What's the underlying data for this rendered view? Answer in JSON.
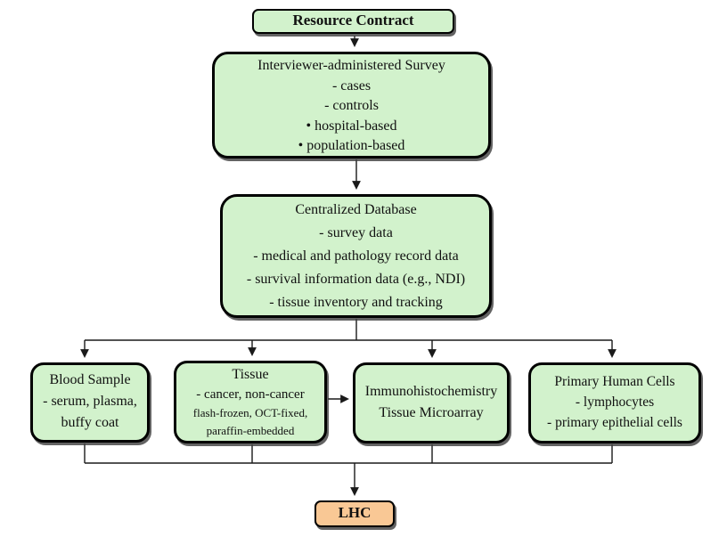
{
  "boxes": {
    "resource_contract": {
      "label": "Resource Contract"
    },
    "survey": {
      "title": "Interviewer-administered Survey",
      "lines": [
        "- cases",
        "- controls",
        "• hospital-based",
        "• population-based"
      ]
    },
    "database": {
      "title": "Centralized Database",
      "lines": [
        "- survey data",
        "- medical and pathology record data",
        "- survival information data (e.g., NDI)",
        "- tissue inventory and tracking"
      ]
    },
    "blood_sample": {
      "title": "Blood Sample",
      "lines": [
        "- serum, plasma,",
        "buffy coat"
      ]
    },
    "tissue": {
      "title": "Tissue",
      "lines": [
        "- cancer, non-cancer",
        "flash-frozen, OCT-fixed,",
        "paraffin-embedded"
      ]
    },
    "immunohistochemistry": {
      "title": "Immunohistochemistry",
      "lines": [
        "Tissue Microarray"
      ]
    },
    "primary_human_cells": {
      "title": "Primary Human Cells",
      "lines": [
        "- lymphocytes",
        "- primary epithelial cells"
      ]
    },
    "lhc": {
      "label": "LHC"
    }
  },
  "colors": {
    "page_bg": "#ffffff",
    "box_fill_green": "#d2f2cc",
    "box_fill_orange": "#f9c895",
    "border_color": "#000000",
    "connector_color": "#1a1a1a",
    "text_color": "#111111"
  }
}
